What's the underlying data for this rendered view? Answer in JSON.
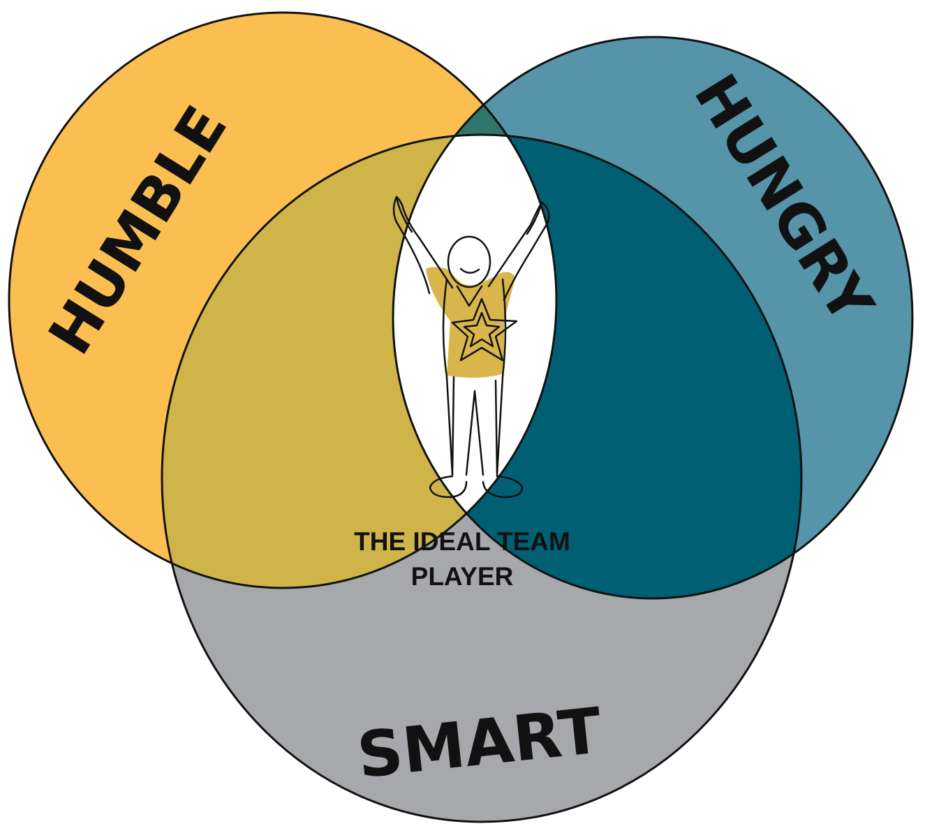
{
  "diagram": {
    "circles": [
      {
        "key": "humble",
        "label": "HUMBLE",
        "color": "#FBBE50"
      },
      {
        "key": "hungry",
        "label": "HUNGRY",
        "color": "#5694AA"
      },
      {
        "key": "smart",
        "label": "SMART",
        "color": "#A7A8AC"
      }
    ],
    "overlaps": {
      "humble_hungry": {
        "color": "#2E756A"
      },
      "humble_smart": {
        "color": "#CFB449"
      },
      "hungry_smart": {
        "color": "#005F73"
      },
      "center": {
        "color": "#FFFFFF"
      }
    },
    "center_label_line1": "THE IDEAL TEAM",
    "center_label_line2": "PLAYER",
    "figure": {
      "icon": "ideal-team-player-figure",
      "shirt_color": "#D9B64C",
      "star_icon": "star-icon"
    }
  }
}
